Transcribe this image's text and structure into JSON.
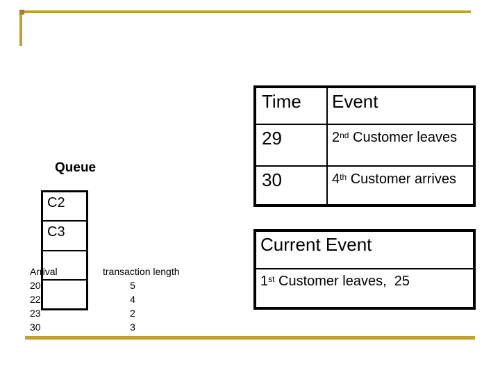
{
  "colors": {
    "accent_gold": "#bfa130",
    "accent_corner": "#b1771c",
    "ink": "#000000",
    "background": "#ffffff"
  },
  "queue": {
    "label": "Queue",
    "cells": [
      "C2",
      "C3",
      "",
      ""
    ]
  },
  "arrival": {
    "header": "Arrival",
    "values": [
      "20",
      "22",
      "23",
      "30"
    ]
  },
  "transaction": {
    "header": "transaction length",
    "values": [
      "5",
      "4",
      "2",
      "3"
    ]
  },
  "event_table": {
    "col_time": "Time",
    "col_event": "Event",
    "rows": [
      {
        "time": "29",
        "num": "2",
        "sup": "nd",
        "text": " Customer leaves"
      },
      {
        "time": "30",
        "num": "4",
        "sup": "th",
        "text": " Customer arrives"
      }
    ]
  },
  "current_event": {
    "title": "Current Event",
    "num": "1",
    "sup": "st",
    "text": " Customer leaves,  25"
  }
}
